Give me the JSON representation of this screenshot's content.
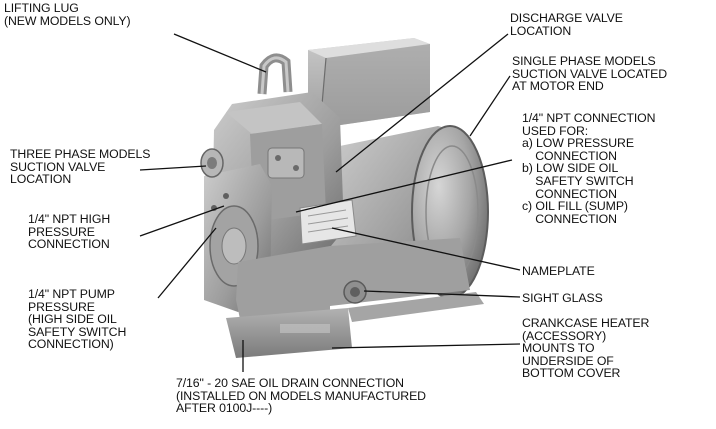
{
  "callouts": {
    "lifting_lug": "LIFTING LUG\n(NEW MODELS ONLY)",
    "three_phase_suction": "THREE PHASE MODELS\nSUCTION VALVE\nLOCATION",
    "high_pressure": "1/4\" NPT HIGH\nPRESSURE\nCONNECTION",
    "pump_pressure": "1/4\" NPT PUMP\nPRESSURE\n(HIGH SIDE OIL\nSAFETY SWITCH\nCONNECTION)",
    "oil_drain": "7/16\" - 20 SAE OIL DRAIN CONNECTION\n(INSTALLED ON MODELS MANUFACTURED\nAFTER 0100J----)",
    "discharge_valve": "DISCHARGE VALVE\nLOCATION",
    "single_phase_suction": "SINGLE PHASE MODELS\nSUCTION VALVE LOCATED\nAT MOTOR END",
    "npt_connection": "1/4\" NPT CONNECTION\nUSED FOR:\na) LOW PRESSURE\n    CONNECTION\nb) LOW SIDE OIL\n    SAFETY SWITCH\n    CONNECTION\nc) OIL FILL (SUMP)\n    CONNECTION",
    "nameplate": "NAMEPLATE",
    "sight_glass": "SIGHT GLASS",
    "crankcase_heater": "CRANKCASE HEATER\n(ACCESSORY)\nMOUNTS TO\nUNDERSIDE OF\nBOTTOM COVER"
  },
  "colors": {
    "compressor_body": "#a9a9a9",
    "compressor_shadow": "#6e6e6e",
    "compressor_highlight": "#d2d2d2",
    "leader_line": "#111111"
  }
}
